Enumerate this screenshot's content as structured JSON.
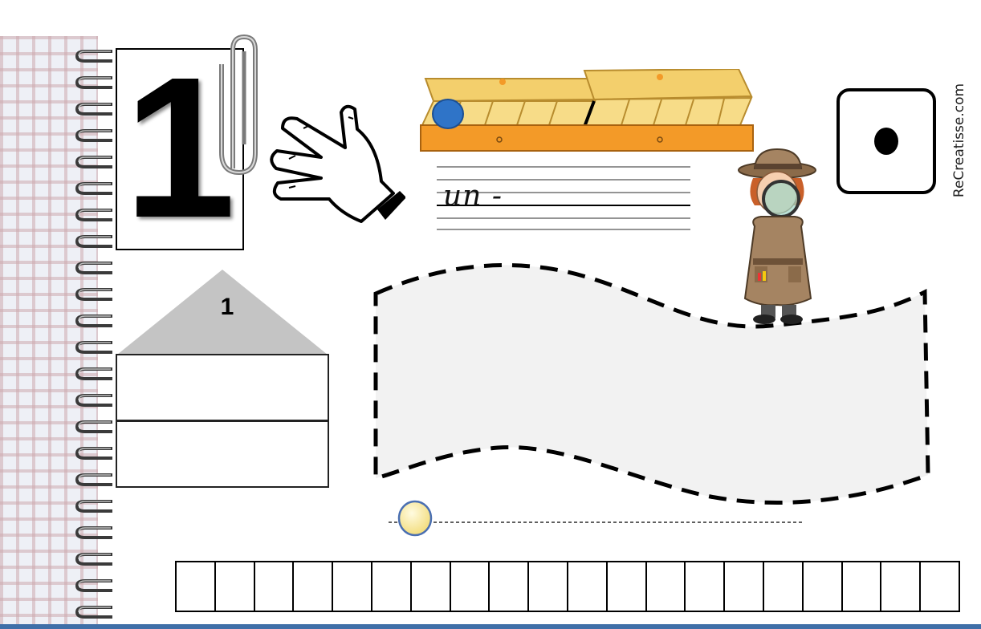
{
  "card": {
    "digit": "1"
  },
  "cursive": {
    "word": "un -"
  },
  "house": {
    "roof_label": "1",
    "rows": [
      "",
      ""
    ]
  },
  "watermark": {
    "text": "ReCreatisse.com"
  },
  "die": {
    "face": 1
  },
  "writing_grid": {
    "cells": 20
  },
  "colors": {
    "tray": "#f3cf6c",
    "tray_base": "#f39a28",
    "bead": "#2f74c8",
    "roof": "#c4c4c4",
    "cloud": "#f2f2f2",
    "ball": "#fbeea0"
  }
}
